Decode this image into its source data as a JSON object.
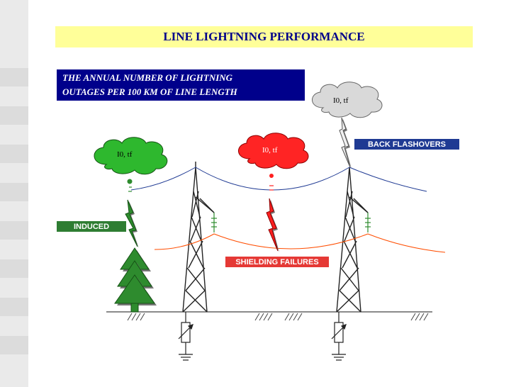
{
  "title": "LINE LIGHTNING PERFORMANCE",
  "description": {
    "line1": "THE ANNUAL NUMBER OF LIGHTNING",
    "line2": "OUTAGES PER 100 KM OF LINE LENGTH"
  },
  "labels": {
    "back_flashovers": "BACK FLASHOVERS",
    "induced": "INDUCED",
    "shielding_failures": "SHIELDING FAILURES"
  },
  "clouds": {
    "gray": "I0, tf",
    "green": "I0, tf",
    "red": "I0, tf"
  },
  "colors": {
    "title_bg": "#ffff99",
    "title_text": "#00008b",
    "desc_bg": "#00008b",
    "green": "#2e8b2e",
    "red": "#ff2020",
    "gray_cloud": "#d9d9d9",
    "blue_wire": "#1f3a93",
    "orange_wire": "#ff4d00"
  }
}
